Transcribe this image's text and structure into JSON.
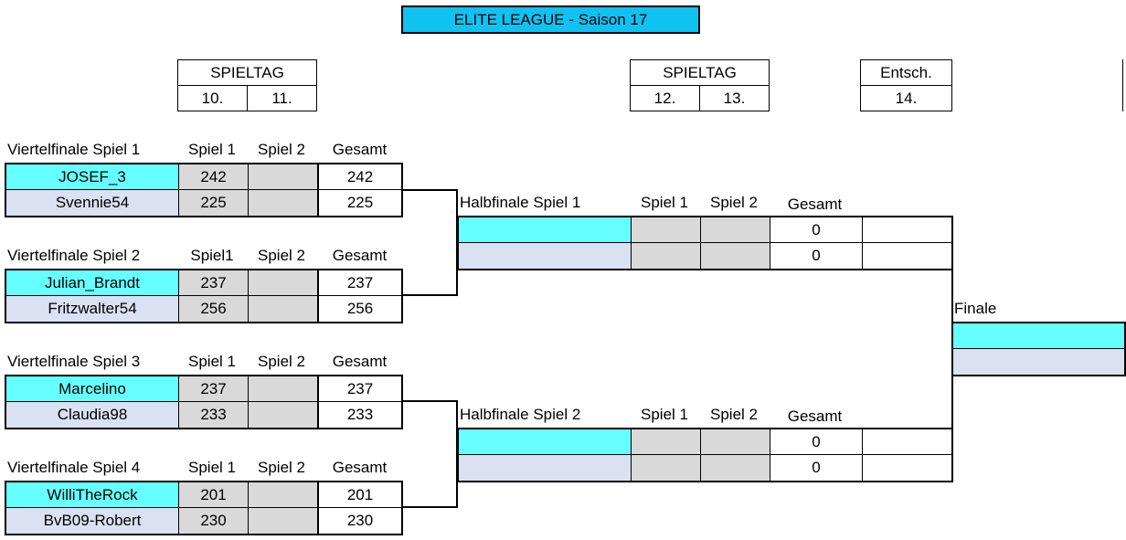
{
  "title": "ELITE LEAGUE - Saison 17",
  "spieltag_groups": [
    {
      "label": "SPIELTAG",
      "days": [
        "10.",
        "11."
      ]
    },
    {
      "label": "SPIELTAG",
      "days": [
        "12.",
        "13."
      ]
    },
    {
      "label": "Entsch.",
      "days": [
        "14."
      ]
    }
  ],
  "quarterfinals": [
    {
      "label": "Viertelfinale Spiel 1",
      "col1": "Spiel 1",
      "col2": "Spiel 2",
      "col3": "Gesamt",
      "p1": {
        "name": "JOSEF_3",
        "s1": "242",
        "s2": "",
        "total": "242"
      },
      "p2": {
        "name": "Svennie54",
        "s1": "225",
        "s2": "",
        "total": "225"
      }
    },
    {
      "label": "Viertelfinale Spiel 2",
      "col1": "Spiel1",
      "col2": "Spiel 2",
      "col3": "Gesamt",
      "p1": {
        "name": "Julian_Brandt",
        "s1": "237",
        "s2": "",
        "total": "237"
      },
      "p2": {
        "name": "Fritzwalter54",
        "s1": "256",
        "s2": "",
        "total": "256"
      }
    },
    {
      "label": "Viertelfinale Spiel 3",
      "col1": "Spiel 1",
      "col2": "Spiel 2",
      "col3": "Gesamt",
      "p1": {
        "name": "Marcelino",
        "s1": "237",
        "s2": "",
        "total": "237"
      },
      "p2": {
        "name": "Claudia98",
        "s1": "233",
        "s2": "",
        "total": "233"
      }
    },
    {
      "label": "Viertelfinale Spiel 4",
      "col1": "Spiel 1",
      "col2": "Spiel 2",
      "col3": "Gesamt",
      "p1": {
        "name": "WilliTheRock",
        "s1": "201",
        "s2": "",
        "total": "201"
      },
      "p2": {
        "name": "BvB09-Robert",
        "s1": "230",
        "s2": "",
        "total": "230"
      }
    }
  ],
  "semifinals": [
    {
      "label": "Halbfinale Spiel 1",
      "col1": "Spiel 1",
      "col2": "Spiel 2",
      "col3": "Gesamt",
      "p1": {
        "name": "",
        "s1": "",
        "s2": "",
        "total": "0",
        "extra": ""
      },
      "p2": {
        "name": "",
        "s1": "",
        "s2": "",
        "total": "0",
        "extra": ""
      }
    },
    {
      "label": "Halbfinale Spiel 2",
      "col1": "Spiel 1",
      "col2": "Spiel 2",
      "col3": "Gesamt",
      "p1": {
        "name": "",
        "s1": "",
        "s2": "",
        "total": "0",
        "extra": ""
      },
      "p2": {
        "name": "",
        "s1": "",
        "s2": "",
        "total": "0",
        "extra": ""
      }
    }
  ],
  "final": {
    "label": "Finale",
    "p1": "",
    "p2": ""
  }
}
